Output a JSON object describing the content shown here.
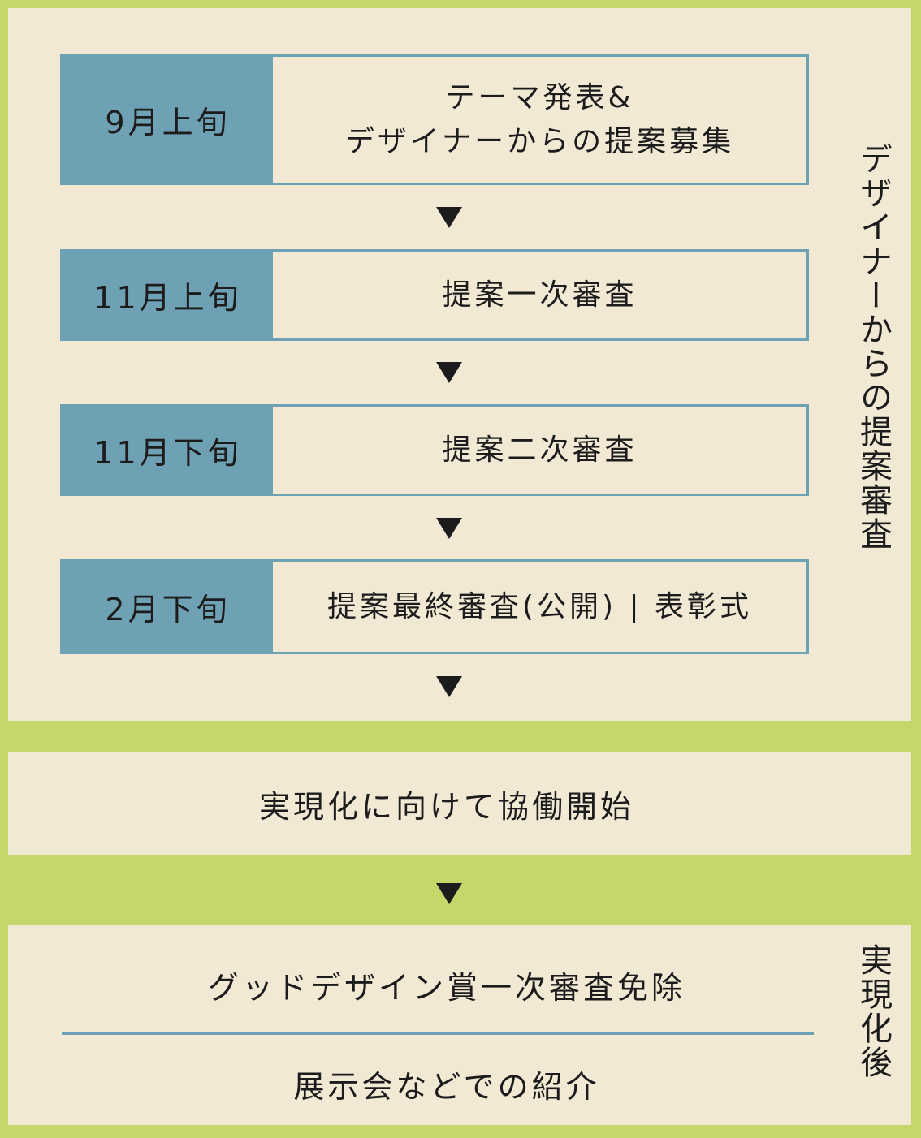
{
  "steps": [
    {
      "when": "9月上旬",
      "what_line1": "テーマ発表&",
      "what_line2": "デザイナーからの提案募集"
    },
    {
      "when": "11月上旬",
      "what": "提案一次審査"
    },
    {
      "when": "11月下旬",
      "what": "提案二次審査"
    },
    {
      "when": "2月下旬",
      "what": "提案最終審査(公開) | 表彰式"
    }
  ],
  "phase1_label": "デザイナーからの提案審査",
  "collaboration": "実現化に向けて協働開始",
  "after": {
    "label": "実現化後",
    "items": [
      "グッドデザイン賞一次審査免除",
      "展示会などでの紹介"
    ]
  },
  "colors": {
    "background": "#c5d66a",
    "panel": "#f2e9d5",
    "accent": "#6fa1b4"
  }
}
